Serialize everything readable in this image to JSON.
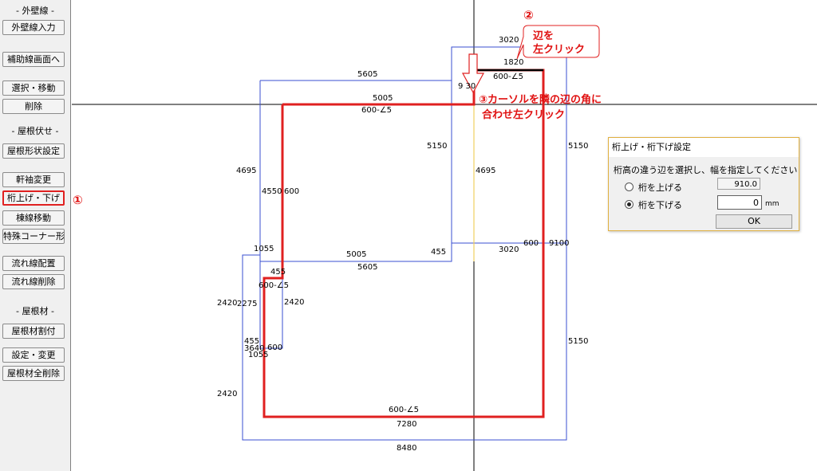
{
  "sidebar": {
    "sections": {
      "outer_wall": "- 外壁線 -",
      "roof_framing": "- 屋根伏せ -",
      "roof_material": "- 屋根材 -"
    },
    "buttons": {
      "outer_wall_input": "外壁線入力",
      "aux_screen": "補助線画面へ",
      "select_move": "選択・移動",
      "delete": "削除",
      "roof_shape": "屋根形状設定",
      "eave_change": "軒袖変更",
      "beam_up_down": "桁上げ・下げ",
      "ridge_move": "棟線移動",
      "special_corner": "特殊コーナー形状",
      "flow_place": "流れ線配置",
      "flow_delete": "流れ線削除",
      "roof_alloc": "屋根材割付",
      "setting_change": "設定・変更",
      "roof_delete_all": "屋根材全削除"
    }
  },
  "drawing": {
    "dimensions": {
      "d3020_top": "3020",
      "d1820": "1820",
      "d600_slope_top": "600-∠5",
      "d5605_top": "5605",
      "d930": "9 30",
      "d5005_top": "5005",
      "d600_slope_mid": "600-∠5",
      "d5150_inner": "5150",
      "d5150_right": "5150",
      "d4695_left": "4695",
      "d4695_inner": "4695",
      "d4550": "4550",
      "d600_left": "600",
      "d1055_top": "1055",
      "d5005_mid": "5005",
      "d455_mid": "455",
      "d3020_mid": "3020",
      "d600_right": "600",
      "d9100": "9100",
      "d5605_mid": "5605",
      "d455_left": "455",
      "d600_slope_left": "600-∠5",
      "d2420_a": "2420",
      "d2275": "2275",
      "d2420_inner": "2420",
      "d455_low": "455",
      "d3640": "3640",
      "d600_low": "600",
      "d1055_low": "1055",
      "d5150_low": "5150",
      "d2420_b": "2420",
      "d600_slope_bottom": "600-∠5",
      "d7280": "7280",
      "d8480": "8480"
    },
    "annotations": {
      "step1_marker": "①",
      "step2_marker": "②",
      "step2_line1": "辺を",
      "step2_line2": "左クリック",
      "step3_text": "③カーソルを隣の辺の角に",
      "step3_text2": "合わせ左クリック"
    },
    "colors": {
      "roof_outline": "#e02020",
      "wall_outline": "#3a4fd0",
      "highlight_edge": "#000000",
      "center_line": "#000000",
      "accent_line": "#f0d060"
    }
  },
  "dialog": {
    "title": "桁上げ・桁下げ設定",
    "message": "桁高の違う辺を選択し、幅を指定してください",
    "option_raise": "桁を上げる",
    "option_lower": "桁を下げる",
    "selected_option": "lower",
    "raise_value": "910.0",
    "lower_value": "0",
    "unit": "mm",
    "ok_label": "OK"
  }
}
